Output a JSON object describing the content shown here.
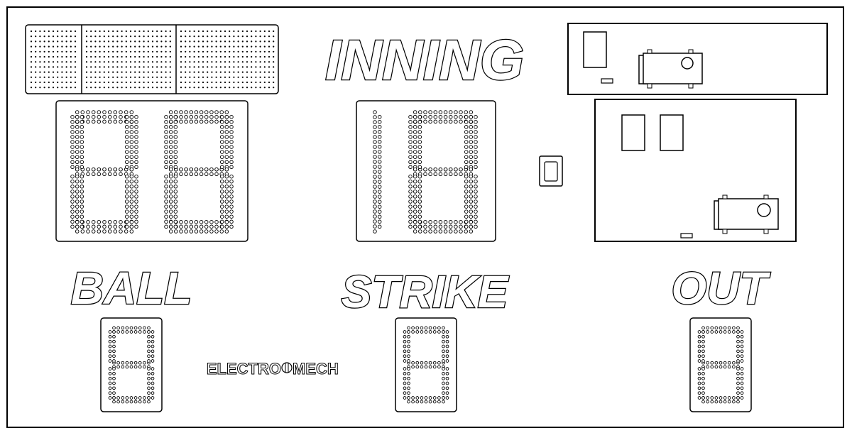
{
  "labels": {
    "inning": "INNING",
    "ball": "BALL",
    "strike": "STRIKE",
    "out": "OUT"
  },
  "brand": {
    "left": "ELECTRO",
    "right": "MECH"
  },
  "colors": {
    "line": "#000000",
    "background": "#ffffff"
  }
}
